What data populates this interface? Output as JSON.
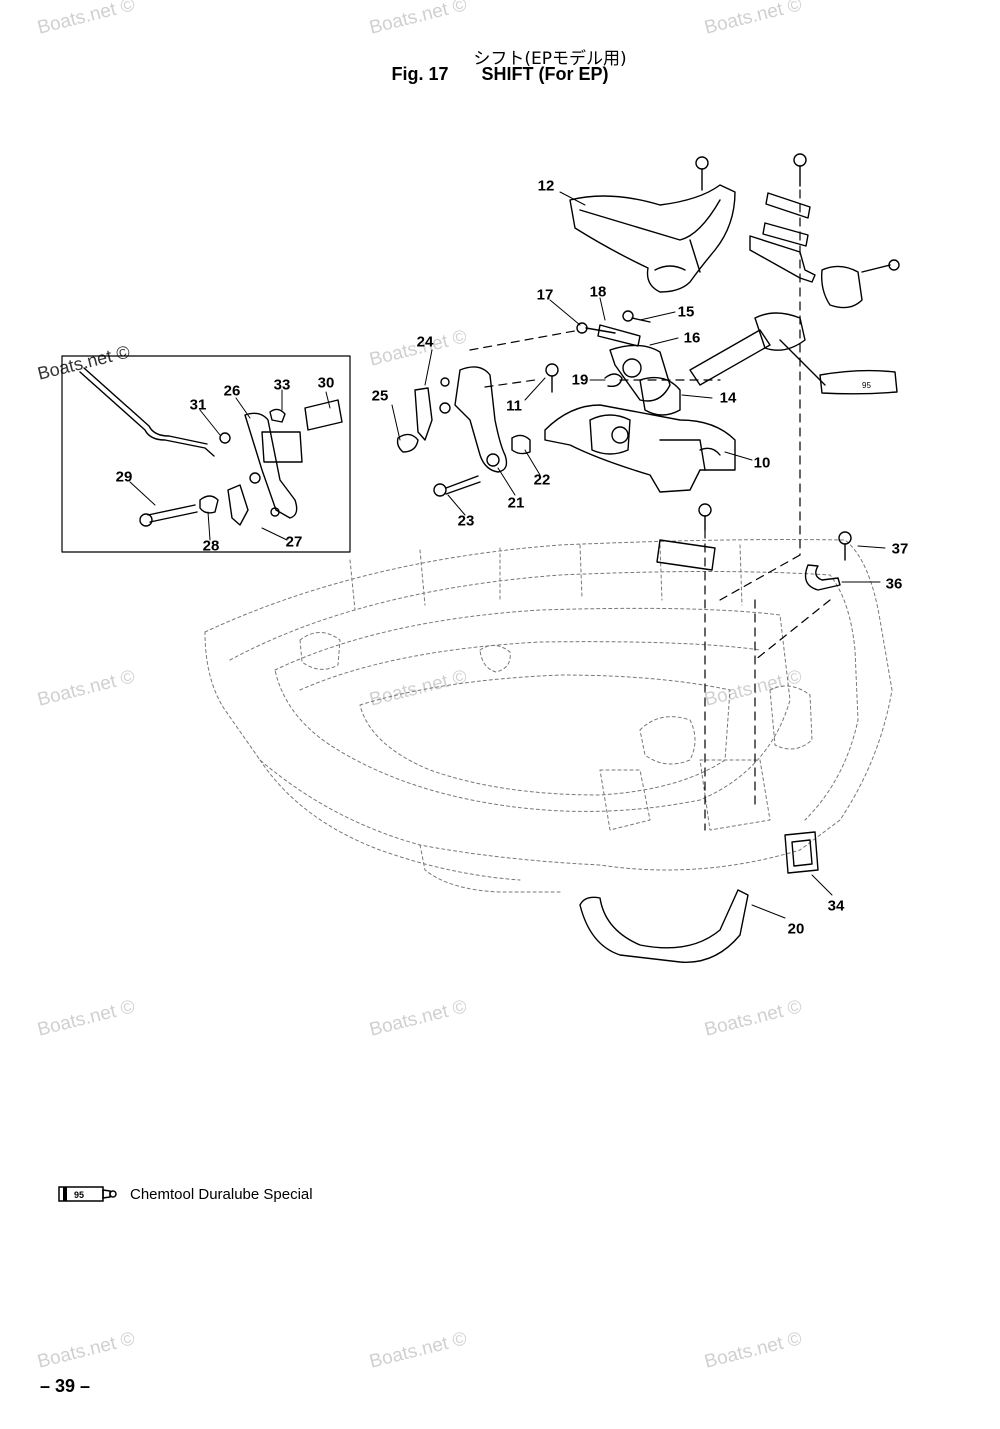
{
  "header": {
    "title_jp": "シフト(EPモデル用)",
    "fig_label": "Fig. 17",
    "title_en": "SHIFT (For EP)"
  },
  "watermark": "Boats.net ©",
  "callouts": [
    {
      "id": "12",
      "label": "12"
    },
    {
      "id": "17",
      "label": "17"
    },
    {
      "id": "18",
      "label": "18"
    },
    {
      "id": "15",
      "label": "15"
    },
    {
      "id": "16",
      "label": "16"
    },
    {
      "id": "24",
      "label": "24"
    },
    {
      "id": "19",
      "label": "19"
    },
    {
      "id": "11",
      "label": "11"
    },
    {
      "id": "14",
      "label": "14"
    },
    {
      "id": "25",
      "label": "25"
    },
    {
      "id": "22",
      "label": "22"
    },
    {
      "id": "10",
      "label": "10"
    },
    {
      "id": "21",
      "label": "21"
    },
    {
      "id": "23",
      "label": "23"
    },
    {
      "id": "30",
      "label": "30"
    },
    {
      "id": "33",
      "label": "33"
    },
    {
      "id": "26",
      "label": "26"
    },
    {
      "id": "31",
      "label": "31"
    },
    {
      "id": "29",
      "label": "29"
    },
    {
      "id": "28",
      "label": "28"
    },
    {
      "id": "27",
      "label": "27"
    },
    {
      "id": "37",
      "label": "37"
    },
    {
      "id": "36",
      "label": "36"
    },
    {
      "id": "34",
      "label": "34"
    },
    {
      "id": "20",
      "label": "20"
    }
  ],
  "legend": {
    "tube_code": "95",
    "text": "Chemtool Duralube Special"
  },
  "tube_callout_code": "95",
  "page_number": "– 39 –"
}
